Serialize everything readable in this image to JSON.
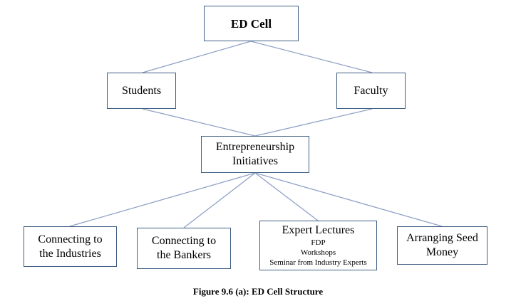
{
  "nodes": {
    "root": "ED Cell",
    "students": "Students",
    "faculty": "Faculty",
    "initiatives": [
      "Entrepreneurship",
      "Initiatives"
    ],
    "industries": [
      "Connecting to",
      "the Industries"
    ],
    "bankers": [
      "Connecting to",
      "the Bankers"
    ],
    "lectures": {
      "title": "Expert Lectures",
      "items": [
        "FDP",
        "Workshops",
        "Seminar from Industry Experts"
      ]
    },
    "seed": [
      "Arranging Seed",
      "Money"
    ]
  },
  "caption": "Figure 9.6 (a): ED Cell Structure",
  "colors": {
    "connector": "#8ea1c6",
    "border": "#3f5e83"
  }
}
